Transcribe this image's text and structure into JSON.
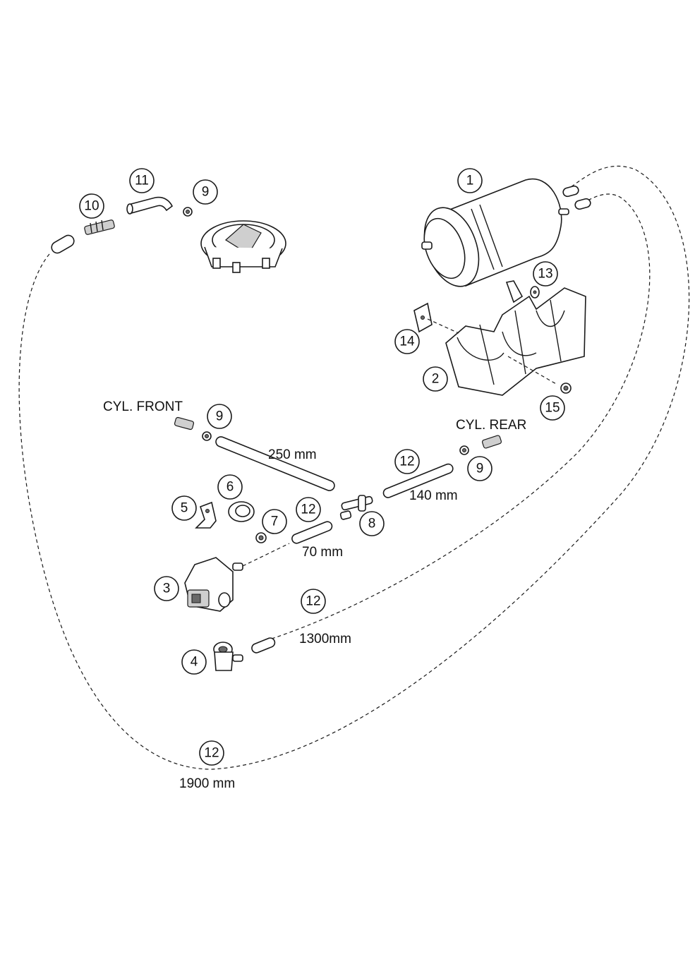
{
  "callouts": {
    "c1": "1",
    "c2": "2",
    "c3": "3",
    "c4": "4",
    "c5": "5",
    "c6": "6",
    "c7": "7",
    "c8": "8",
    "c9a": "9",
    "c9b": "9",
    "c9c": "9",
    "c10": "10",
    "c11": "11",
    "c12a": "12",
    "c12b": "12",
    "c12c": "12",
    "c12d": "12",
    "c13": "13",
    "c14": "14",
    "c15": "15"
  },
  "labels": {
    "cyl_front": "CYL. FRONT",
    "cyl_rear": "CYL. REAR",
    "hose_250": "250 mm",
    "hose_140": "140 mm",
    "hose_70": "70 mm",
    "hose_1300": "1300mm",
    "hose_1900": "1900 mm"
  }
}
